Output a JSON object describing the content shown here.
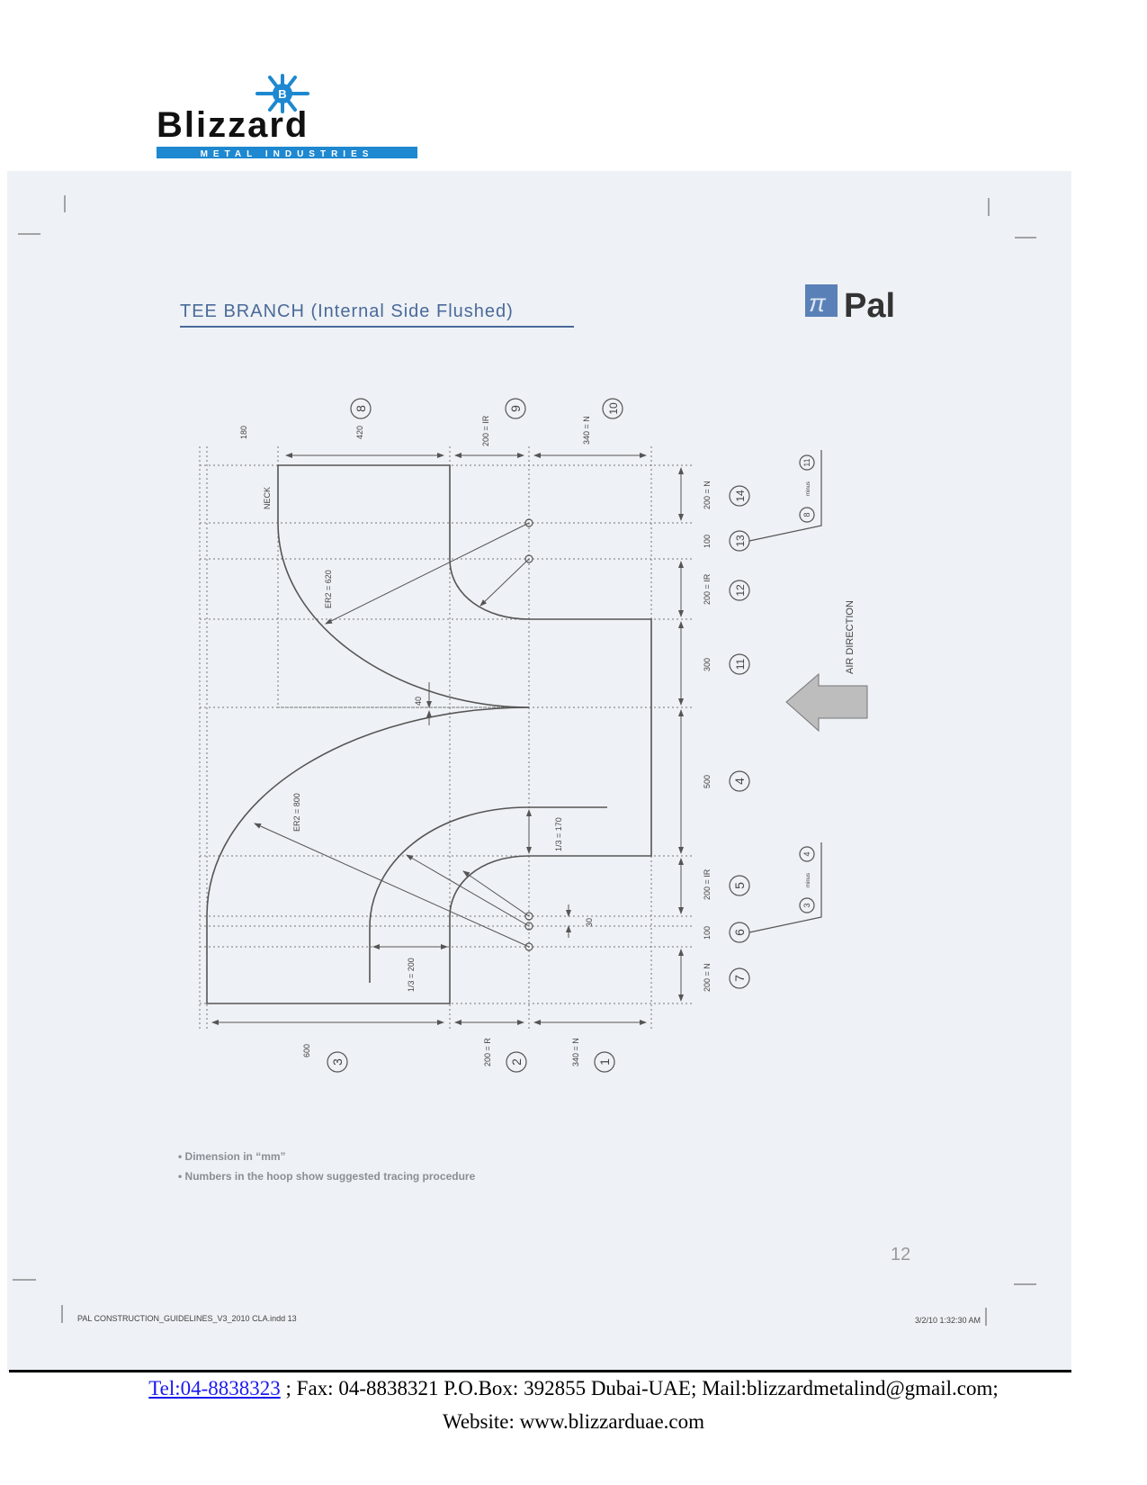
{
  "header": {
    "logo_name": "Blizzard",
    "logo_sub": "METAL INDUSTRIES",
    "logo_badge": "B",
    "colors": {
      "brand_blue": "#1e88d0",
      "logo_black": "#111111"
    }
  },
  "document": {
    "title": "TEE BRANCH (Internal Side Flushed)",
    "pal_logo": {
      "symbol": "π",
      "text": "Pal"
    },
    "page_number": "12",
    "file_info": "PAL CONSTRUCTION_GUIDELINES_V3_2010 CLA.indd   13",
    "timestamp": "3/2/10   1:32:30 AM",
    "notes": [
      "• Dimension in “mm”",
      "• Numbers in the hoop show suggested tracing procedure"
    ]
  },
  "drawing": {
    "top_dims": {
      "d180": "180",
      "d420": "420",
      "d200ir": "200 = IR",
      "d340n": "340 = N"
    },
    "top_circles": {
      "c8": "8",
      "c9": "9",
      "c10": "10"
    },
    "right_dims": {
      "d200n_top": "200 = N",
      "d100_top": "100",
      "d200ir_top": "200 = IR",
      "d300": "300",
      "d500": "500",
      "d200ir_bot": "200 = IR",
      "d100_bot": "100",
      "d200n_bot": "200 = N"
    },
    "right_circles": {
      "c14": "14",
      "c13": "13",
      "c12": "12",
      "c11": "11",
      "c4": "4",
      "c5": "5",
      "c6": "6",
      "c7": "7"
    },
    "bottom_dims": {
      "d600": "600",
      "d200r": "200 = R",
      "d340n": "340 = N"
    },
    "bottom_circles": {
      "c3": "3",
      "c2": "2",
      "c1": "1"
    },
    "callout_top": {
      "a": "8",
      "op": "minus",
      "b": "11"
    },
    "callout_bottom": {
      "a": "3",
      "op": "minus",
      "b": "4"
    },
    "labels": {
      "neck": "NECK",
      "er2_620": "ER2 = 620",
      "er2_800": "ER2 = 800",
      "third_170": "1/3 = 170",
      "third_200": "1/3 = 200",
      "forty": "40",
      "thirty": "30",
      "air_direction": "AIR DIRECTION"
    }
  },
  "footer": {
    "tel_link": "Tel:04-8838323",
    "contact_rest": " ; Fax: 04-8838321 P.O.Box: 392855 Dubai-UAE; Mail:blizzardmetalind@gmail.com;",
    "website": "Website: www.blizzarduae.com"
  }
}
